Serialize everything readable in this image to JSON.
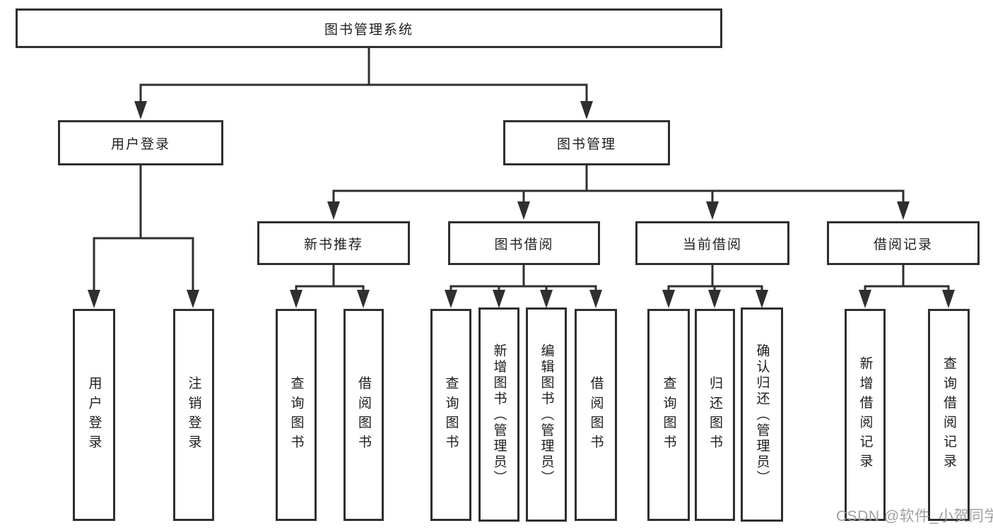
{
  "diagram": {
    "type": "hierarchy",
    "title": "图书管理系统",
    "nodes": {
      "root": {
        "label": "图书管理系统"
      },
      "userLogin": {
        "label": "用户登录"
      },
      "bookMgmt": {
        "label": "图书管理"
      },
      "newBookRec": {
        "label": "新书推荐"
      },
      "bookBorrow": {
        "label": "图书借阅"
      },
      "curBorrow": {
        "label": "当前借阅"
      },
      "borrowRec": {
        "label": "借阅记录"
      },
      "leafLogin": {
        "label": "用户登录"
      },
      "leafLogout": {
        "label": "注销登录"
      },
      "recQueryBook": {
        "label": "查询图书"
      },
      "recBorrowBook": {
        "label": "借阅图书"
      },
      "bbQueryBook": {
        "label": "查询图书"
      },
      "bbAddBook": {
        "label": "新增图书（管理员）"
      },
      "bbEditBook": {
        "label": "编辑图书（管理员）"
      },
      "bbBorrowBook": {
        "label": "借阅图书"
      },
      "cbQueryBook": {
        "label": "查询图书"
      },
      "cbReturnBook": {
        "label": "归还图书"
      },
      "cbConfirmRet": {
        "label": "确认归还（管理员）"
      },
      "brAddRecord": {
        "label": "新增借阅记录"
      },
      "brQueryRecord": {
        "label": "查询借阅记录"
      }
    },
    "edges": [
      {
        "from": "root",
        "to": "userLogin"
      },
      {
        "from": "root",
        "to": "bookMgmt"
      },
      {
        "from": "userLogin",
        "to": "leafLogin"
      },
      {
        "from": "userLogin",
        "to": "leafLogout"
      },
      {
        "from": "bookMgmt",
        "to": "newBookRec"
      },
      {
        "from": "bookMgmt",
        "to": "bookBorrow"
      },
      {
        "from": "bookMgmt",
        "to": "curBorrow"
      },
      {
        "from": "bookMgmt",
        "to": "borrowRec"
      },
      {
        "from": "newBookRec",
        "to": "recQueryBook"
      },
      {
        "from": "newBookRec",
        "to": "recBorrowBook"
      },
      {
        "from": "bookBorrow",
        "to": "bbQueryBook"
      },
      {
        "from": "bookBorrow",
        "to": "bbAddBook"
      },
      {
        "from": "bookBorrow",
        "to": "bbEditBook"
      },
      {
        "from": "bookBorrow",
        "to": "bbBorrowBook"
      },
      {
        "from": "curBorrow",
        "to": "cbQueryBook"
      },
      {
        "from": "curBorrow",
        "to": "cbReturnBook"
      },
      {
        "from": "curBorrow",
        "to": "cbConfirmRet"
      },
      {
        "from": "borrowRec",
        "to": "brAddRecord"
      },
      {
        "from": "borrowRec",
        "to": "brQueryRecord"
      }
    ],
    "colors": {
      "line": "#2f2f2f",
      "box_border": "#2f2f2f",
      "box_fill": "#ffffff",
      "text": "#1e1e1e",
      "background": "#ffffff",
      "watermark": "#9b9b9b"
    }
  },
  "watermark": "CSDN @软件_小贺同学"
}
